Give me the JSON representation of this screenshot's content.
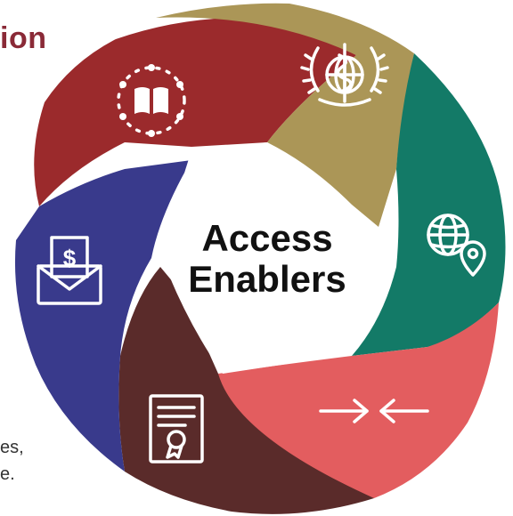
{
  "background_text": {
    "title_fragment": "ion",
    "line1_fragment": "es,",
    "line2_fragment": "e."
  },
  "center": {
    "line1": "Access",
    "line2": "Enablers"
  },
  "segments": [
    {
      "id": "education",
      "color": "#9b2a2c",
      "icon": "book-network-icon"
    },
    {
      "id": "who",
      "color": "#ab9657",
      "icon": "who-emblem-icon"
    },
    {
      "id": "global",
      "color": "#137a67",
      "icon": "globe-location-icon"
    },
    {
      "id": "convergence",
      "color": "#e35d5f",
      "icon": "converging-arrows-icon"
    },
    {
      "id": "certificate",
      "color": "#5a2b2a",
      "icon": "certificate-icon"
    },
    {
      "id": "funding",
      "color": "#393a8c",
      "icon": "money-envelope-icon"
    }
  ]
}
